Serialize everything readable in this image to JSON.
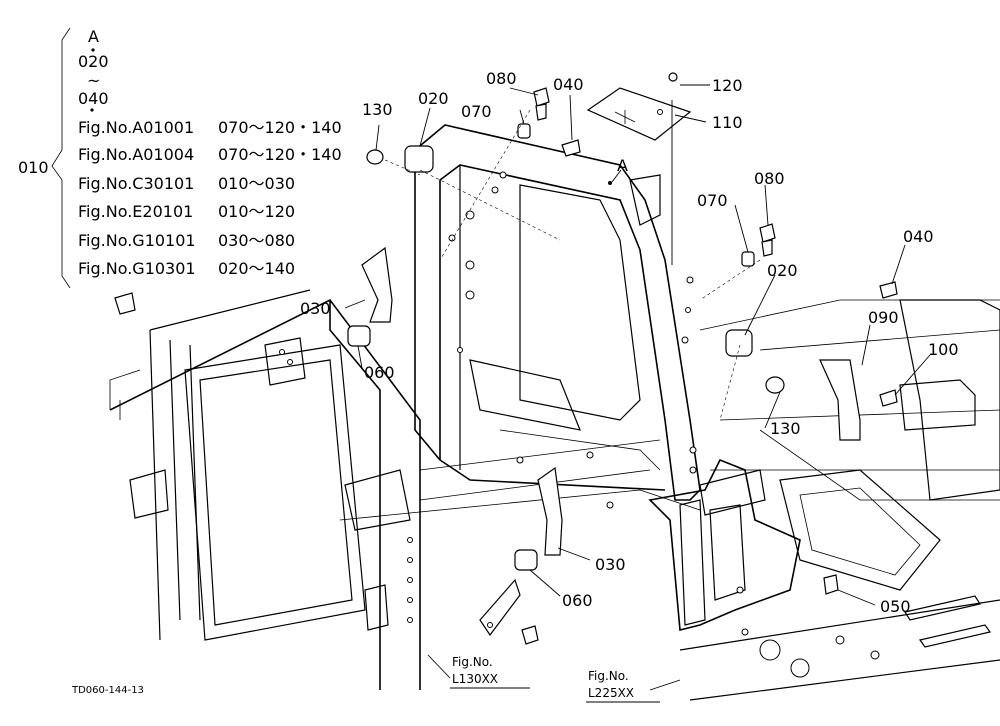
{
  "legend": {
    "callout": "010",
    "range_start": "A",
    "range_a": "020",
    "range_tilde": "~",
    "range_b": "040",
    "figures": [
      {
        "fig": "Fig.No.A01001",
        "range": "070～120・140"
      },
      {
        "fig": "Fig.No.A01004",
        "range": "070～120・140"
      },
      {
        "fig": "Fig.No.C30101",
        "range": "010～030"
      },
      {
        "fig": "Fig.No.E20101",
        "range": "010～120"
      },
      {
        "fig": "Fig.No.G10101",
        "range": "030～080"
      },
      {
        "fig": "Fig.No.G10301",
        "range": "020～140"
      }
    ]
  },
  "callouts": {
    "c130a": "130",
    "c020a": "020",
    "c080a": "080",
    "c040a": "040",
    "c070a": "070",
    "c120": "120",
    "c110": "110",
    "cA": "A",
    "c080b": "080",
    "c070b": "070",
    "c020b": "020",
    "c040b": "040",
    "c090": "090",
    "c100": "100",
    "c130b": "130",
    "c030a": "030",
    "c060a": "060",
    "c030b": "030",
    "c060b": "060",
    "c050": "050"
  },
  "refs": {
    "fig_l130_line1": "Fig.No.",
    "fig_l130_line2": "L130XX",
    "fig_l225_line1": "Fig.No.",
    "fig_l225_line2": "L225XX"
  },
  "drawing_id": "TD060-144-13",
  "colors": {
    "ink": "#000000",
    "paper": "#ffffff"
  }
}
